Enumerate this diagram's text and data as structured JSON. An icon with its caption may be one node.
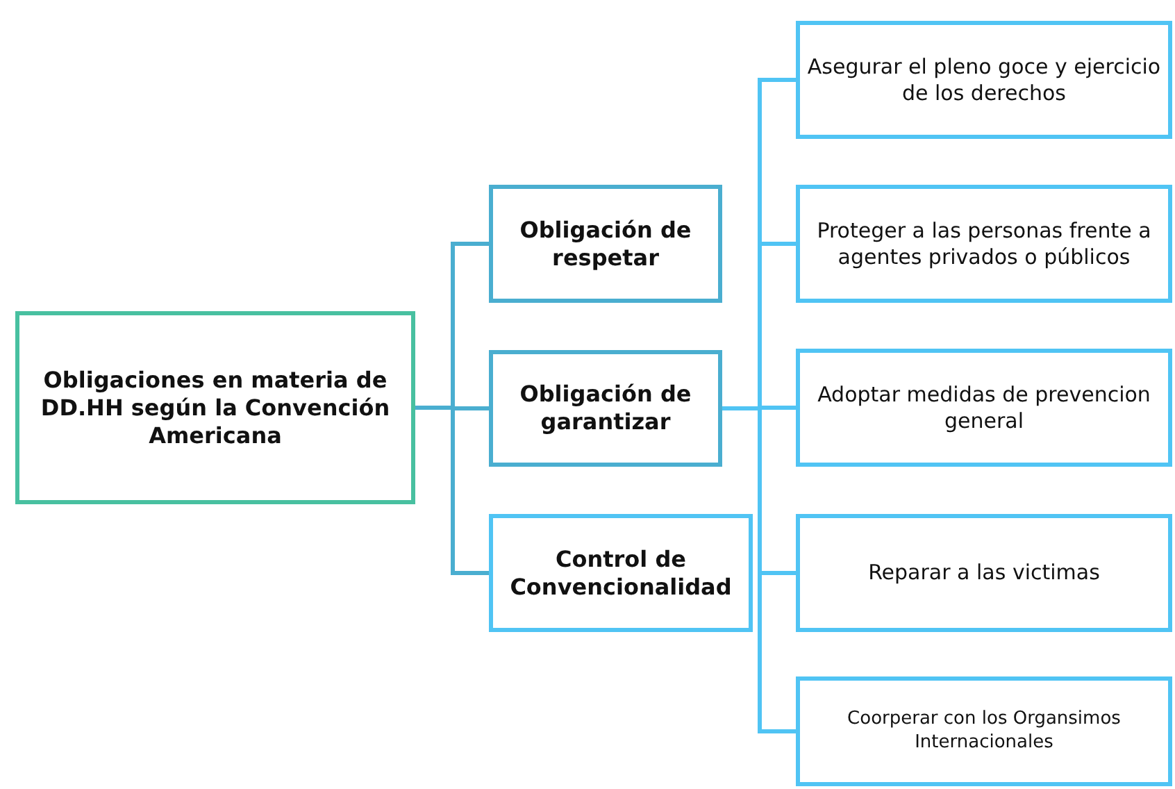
{
  "diagram": {
    "nodes": [
      {
        "text": [
          "Obligaciones en materia de DD.HH según la Convención Americana"
        ]
      },
      {
        "text": [
          "Obligación de respetar"
        ]
      },
      {
        "text": [
          "Obligación de garantizar"
        ]
      },
      {
        "text": [
          "Control de Convencionalidad"
        ]
      },
      {
        "text": [
          "Asegurar el pleno goce y ejercicio de los derechos"
        ]
      },
      {
        "text": [
          "Proteger a las personas frente a agentes privados o públicos"
        ]
      },
      {
        "text": [
          "Adoptar medidas de prevencion general"
        ]
      },
      {
        "text": [
          "Reparar a las victimas"
        ]
      },
      {
        "text": [
          "Coorperar con los Organsimos Internacionales"
        ]
      }
    ],
    "edges": [
      {
        "from": 0,
        "to": 1,
        "arrow": "none",
        "color": "#4aaed0"
      },
      {
        "from": 0,
        "to": 2,
        "arrow": "none",
        "color": "#4aaed0"
      },
      {
        "from": 0,
        "to": 3,
        "arrow": "none",
        "color": "#4aaed0"
      },
      {
        "from": 2,
        "to": 4,
        "arrow": "none"
      },
      {
        "from": 2,
        "to": 5,
        "arrow": "none"
      },
      {
        "from": 2,
        "to": 6,
        "arrow": "none"
      },
      {
        "from": 2,
        "to": 7,
        "arrow": "none"
      },
      {
        "from": 2,
        "to": 8,
        "arrow": "none"
      }
    ]
  }
}
